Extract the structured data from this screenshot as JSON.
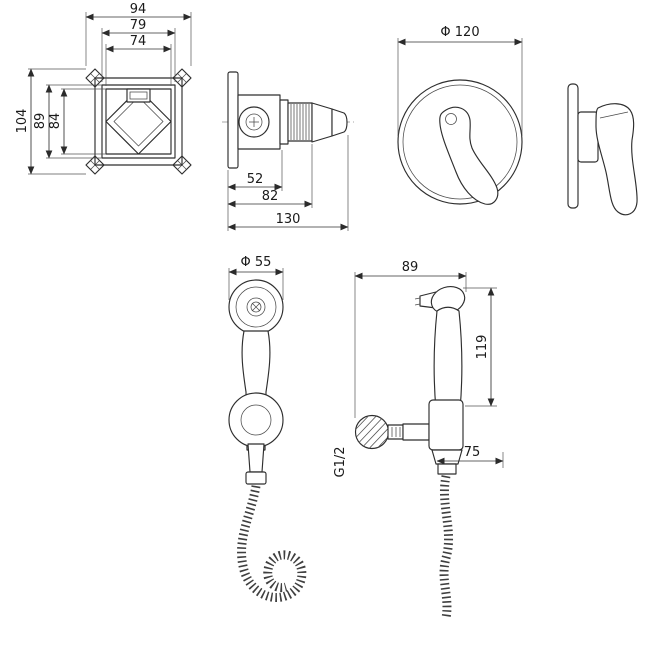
{
  "drawing": {
    "views": {
      "mounting_box": {
        "width_outer": "94",
        "width_mid": "79",
        "width_inner": "74",
        "height_outer": "104",
        "height_mid": "89",
        "height_inner": "84"
      },
      "valve_body": {
        "port_depth": "52",
        "mid_depth": "82",
        "total_depth": "130"
      },
      "faceplate_front": {
        "diameter": "Φ 120"
      },
      "sprayer_head": {
        "diameter": "Φ 55"
      },
      "holder_assembly": {
        "width": "89",
        "height": "119",
        "outlet_offset": "75",
        "thread_label": "G1/2"
      }
    }
  }
}
